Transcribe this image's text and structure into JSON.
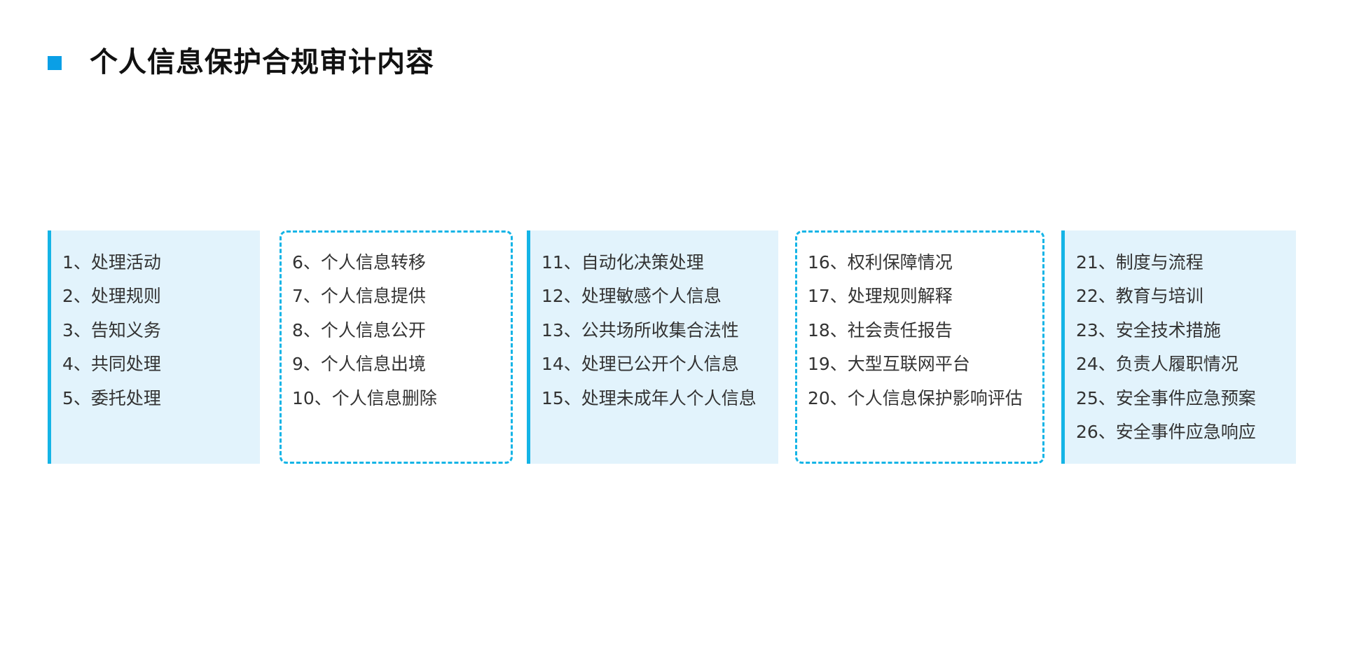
{
  "title": "个人信息保护合规审计内容",
  "accent_color": "#14b4e6",
  "groups": [
    {
      "style": "solid",
      "items": [
        "1、处理活动",
        "2、处理规则",
        "3、告知义务",
        "4、共同处理",
        "5、委托处理"
      ]
    },
    {
      "style": "dashed",
      "items": [
        "6、个人信息转移",
        "7、个人信息提供",
        "8、个人信息公开",
        "9、个人信息出境",
        "10、个人信息删除"
      ]
    },
    {
      "style": "solid",
      "items": [
        "11、自动化决策处理",
        "12、处理敏感个人信息",
        "13、公共场所收集合法性",
        "14、处理已公开个人信息",
        "15、处理未成年人个人信息"
      ]
    },
    {
      "style": "dashed",
      "items": [
        "16、权利保障情况",
        "17、处理规则解释",
        "18、社会责任报告",
        "19、大型互联网平台",
        "20、个人信息保护影响评估"
      ]
    },
    {
      "style": "solid",
      "items": [
        "21、制度与流程",
        "22、教育与培训",
        "23、安全技术措施",
        "24、负责人履职情况",
        "25、安全事件应急预案",
        "26、安全事件应急响应"
      ]
    }
  ]
}
